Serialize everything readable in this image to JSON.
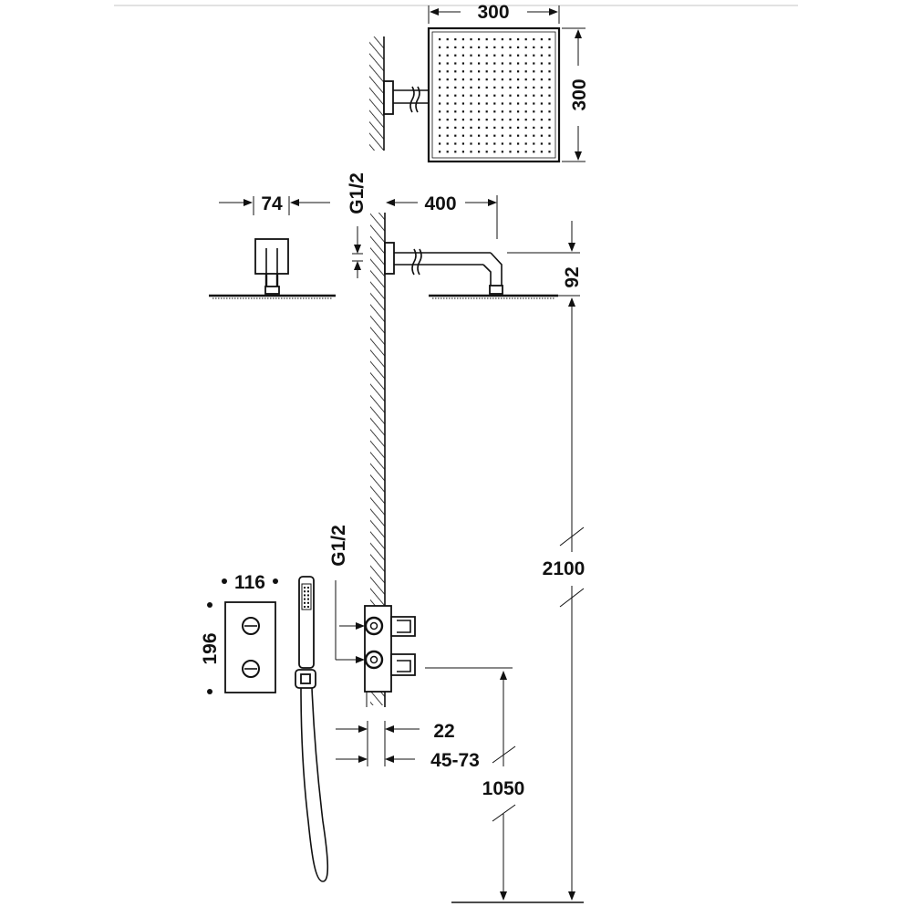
{
  "dimensions": {
    "head_width": "300",
    "head_height": "300",
    "arm_depth": "74",
    "inlet_top": "G1/2",
    "arm_length": "400",
    "arm_drop": "92",
    "head_floor_height": "2100",
    "valve_width": "116",
    "valve_height": "196",
    "inlet_bottom": "G1/2",
    "plate_thickness": "22",
    "body_depth": "45-73",
    "valve_floor_height": "1050"
  },
  "colors": {
    "line": "#111111",
    "background": "#ffffff",
    "divider": "#d9d9d9"
  }
}
